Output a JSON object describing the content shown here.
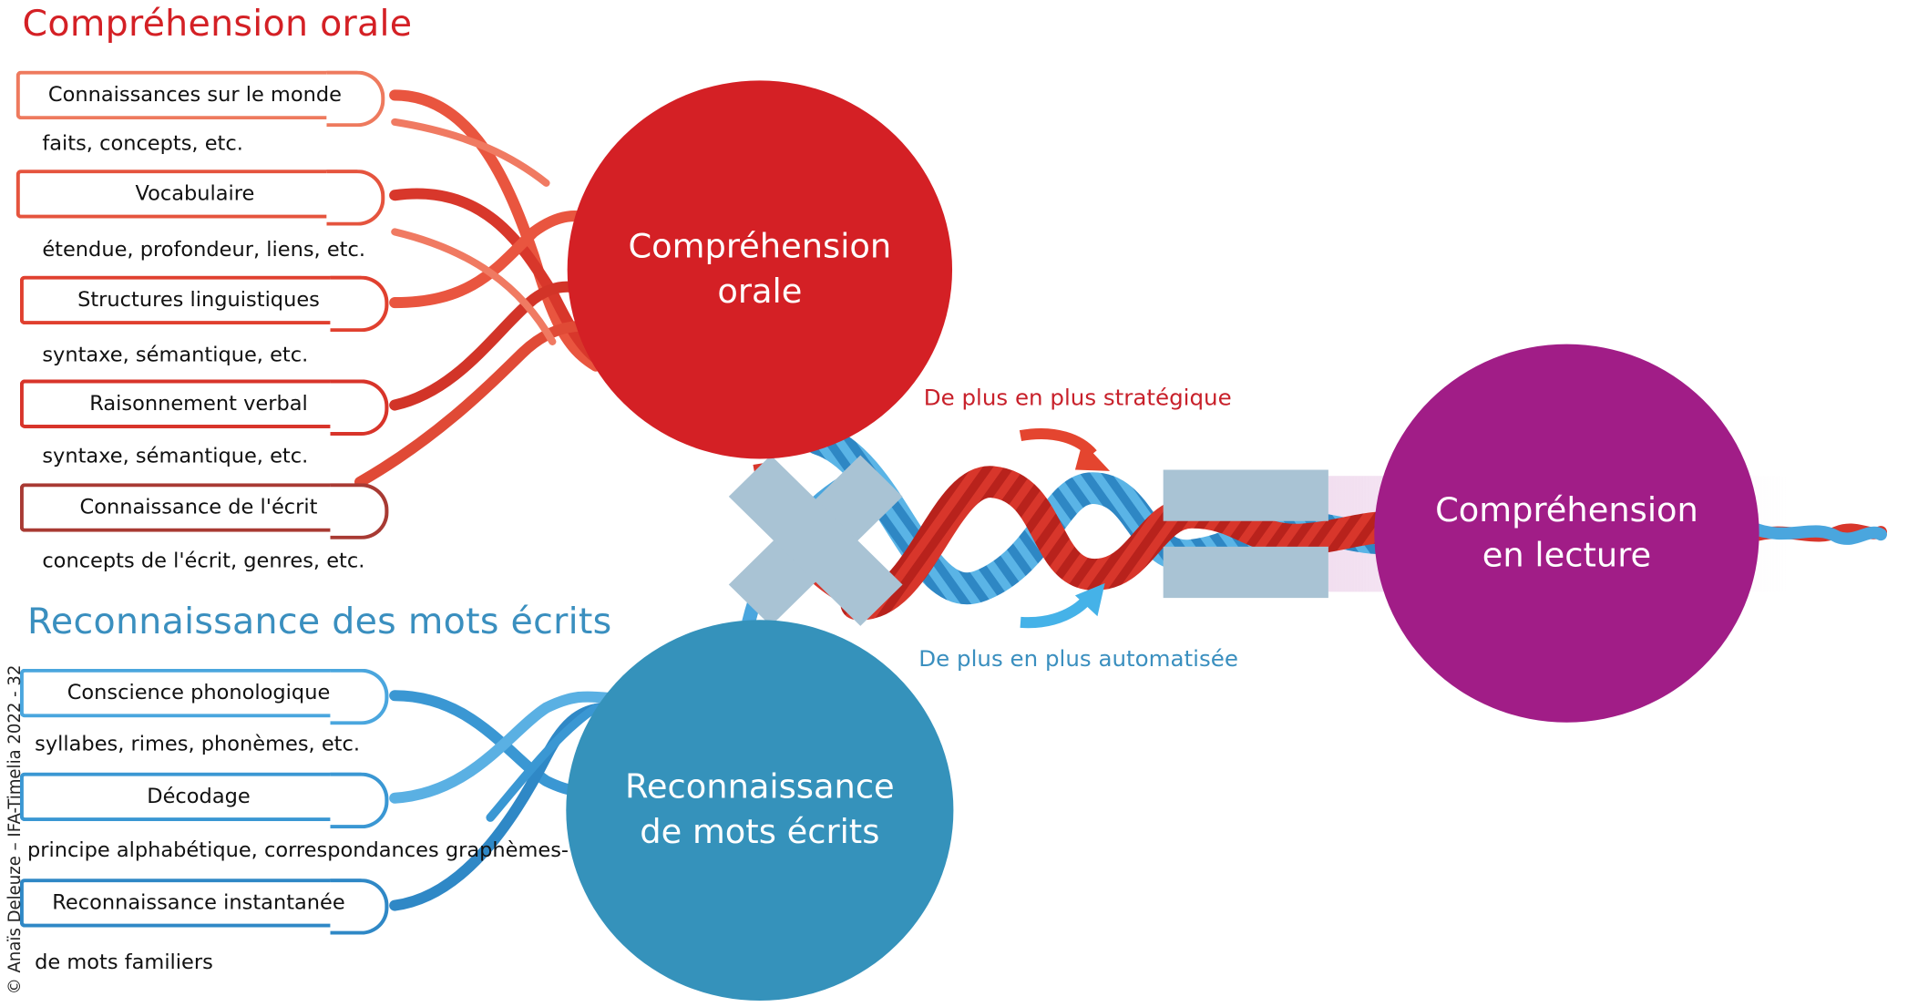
{
  "oral_section": {
    "title": "Compréhension orale",
    "color": "#d42025",
    "skills": [
      {
        "label": "Connaissances sur le monde",
        "detail": "faits, concepts, etc."
      },
      {
        "label": "Vocabulaire",
        "detail": "étendue, profondeur, liens, etc."
      },
      {
        "label": "Structures linguistiques",
        "detail": "syntaxe, sémantique, etc."
      },
      {
        "label": "Raisonnement verbal",
        "detail": "syntaxe, sémantique, etc."
      },
      {
        "label": "Connaissance de l'écrit",
        "detail": "concepts de l'écrit, genres, etc."
      }
    ]
  },
  "word_section": {
    "title": "Reconnaissance des mots écrits",
    "color": "#3a8fbf",
    "skills": [
      {
        "label": "Conscience phonologique",
        "detail": "syllabes, rimes, phonèmes, etc."
      },
      {
        "label": "Décodage",
        "detail": "principe alphabétique, correspondances graphèmes-"
      },
      {
        "label": "Reconnaissance instantanée",
        "detail": "de mots familiers"
      }
    ]
  },
  "circles": {
    "oral": {
      "line1": "Compréhension",
      "line2": "orale",
      "color": "#d42025"
    },
    "words": {
      "line1": "Reconnaissance",
      "line2": "de mots écrits",
      "color": "#3592bb"
    },
    "reading": {
      "line1": "Compréhension",
      "line2": "en lecture",
      "color": "#a11d87"
    }
  },
  "arrows": {
    "strategic": "De plus en plus stratégique",
    "automated": "De plus en plus automatisée"
  },
  "operators": {
    "times": "multiply-icon",
    "equals": "equals-icon",
    "color": "#a9c3d4"
  },
  "credit": "© Anaïs Deleuze – IFA-Timelia 2022 - 32"
}
